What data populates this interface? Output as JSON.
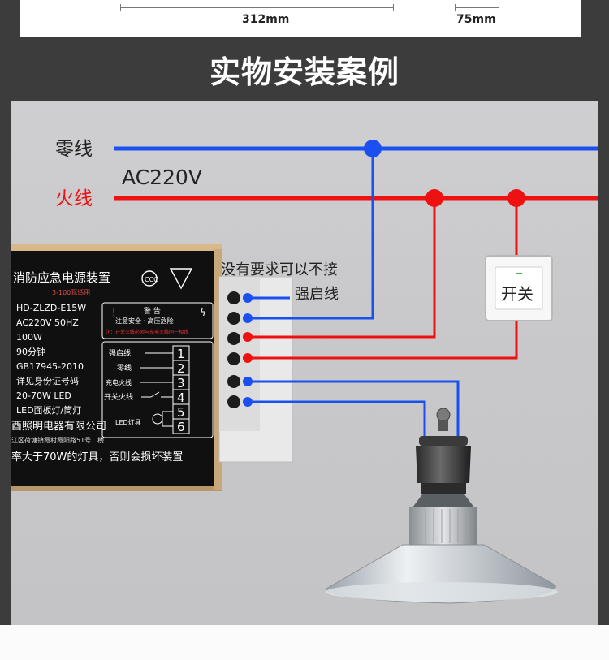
{
  "dimensions": [
    {
      "label": "312mm"
    },
    {
      "label": "75mm"
    }
  ],
  "heading": "实物安装案例",
  "diagram": {
    "neutral_label": "零线",
    "live_label": "火线",
    "voltage_label": "AC220V",
    "note_line1": "没有要求可以不接",
    "note_line2": "强启线",
    "switch_label": "开关",
    "colors": {
      "neutral": "#1a4ff0",
      "live": "#ee1111"
    }
  },
  "device": {
    "title": "消防应急电源装置",
    "subtitle": "3-100瓦适用",
    "specs": [
      "HD-ZLZD-E15W",
      "AC220V 50HZ",
      "100W",
      "90分钟",
      "GB17945-2010",
      "详见身份证号码",
      "20-70W LED",
      "LED面板灯/筒灯"
    ],
    "company": "酉照明电器有限公司",
    "address": "江区荷塘镇霞村霞阳路51号二楼",
    "warning": "率大于70W的灯具，否则会损坏装置",
    "warn_title": "警  告",
    "warn_line1": "注意安全 · 高压危险",
    "warn_line2": "注：开关火线必须与充电火线同一相线",
    "terminals": [
      {
        "label": "强启线",
        "num": "1"
      },
      {
        "label": "零线",
        "num": "2"
      },
      {
        "label": "充电火线",
        "num": "3"
      },
      {
        "label": "开关火线",
        "num": "4"
      },
      {
        "label": "",
        "num": "5"
      },
      {
        "label": "LED灯具",
        "num": "6"
      }
    ]
  }
}
